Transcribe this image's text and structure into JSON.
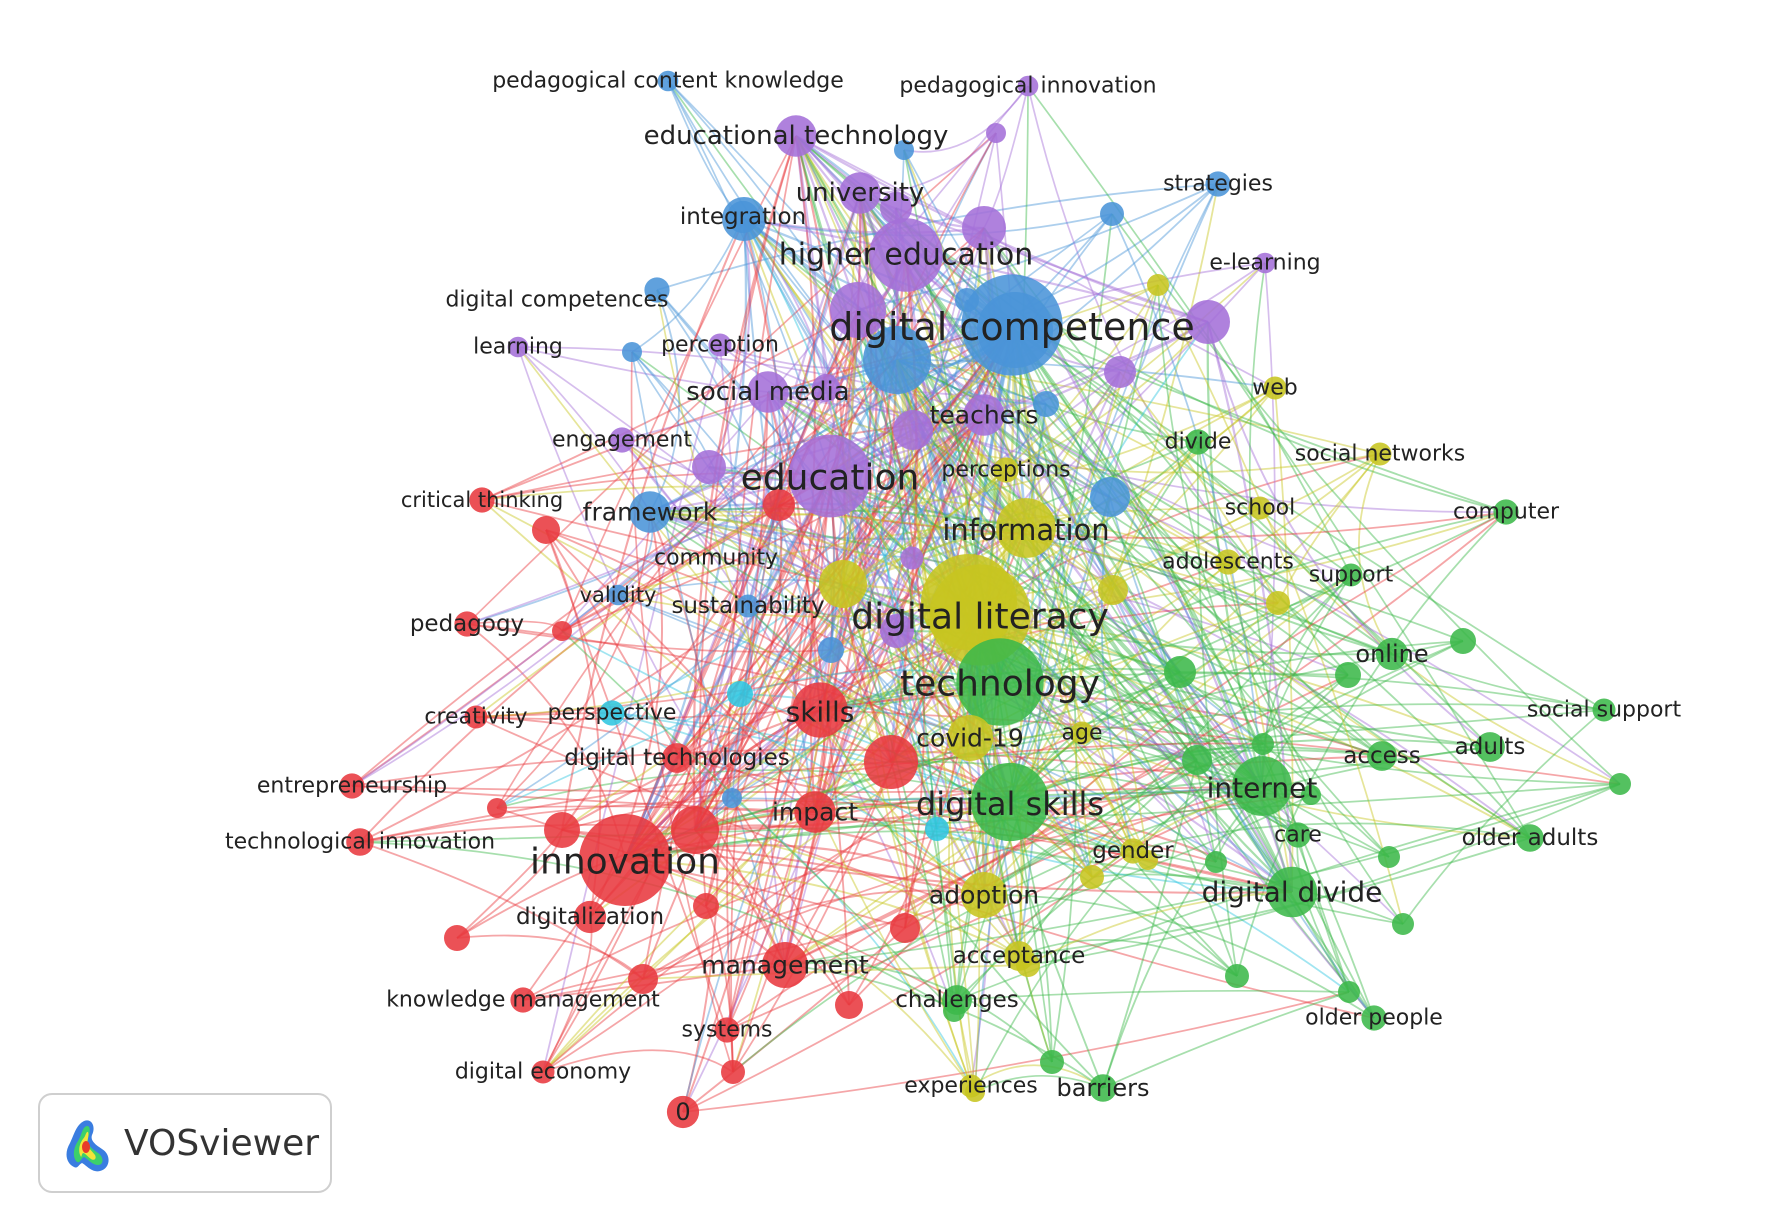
{
  "app": {
    "name": "VOSviewer"
  },
  "legend_colors": {
    "red": "#e8393f",
    "green": "#3cb84a",
    "blue": "#4a94d8",
    "purple": "#a46fd8",
    "yellow": "#c7c520",
    "cyan": "#2fc6e0"
  },
  "nodes": [
    {
      "label": "digital competence",
      "cluster": "blue",
      "w": 44
    },
    {
      "label": "digital literacy",
      "cluster": "yellow",
      "w": 44
    },
    {
      "label": "technology",
      "cluster": "green",
      "w": 38
    },
    {
      "label": "education",
      "cluster": "purple",
      "w": 36
    },
    {
      "label": "innovation",
      "cluster": "red",
      "w": 40
    },
    {
      "label": "digital skills",
      "cluster": "green",
      "w": 34
    },
    {
      "label": "higher education",
      "cluster": "purple",
      "w": 32
    },
    {
      "label": "internet",
      "cluster": "green",
      "w": 26
    },
    {
      "label": "digital divide",
      "cluster": "green",
      "w": 22
    },
    {
      "label": "information",
      "cluster": "yellow",
      "w": 26
    },
    {
      "label": "skills",
      "cluster": "red",
      "w": 24
    },
    {
      "label": "university",
      "cluster": "purple",
      "w": 18
    },
    {
      "label": "social media",
      "cluster": "purple",
      "w": 18
    },
    {
      "label": "educational technology",
      "cluster": "purple",
      "w": 18
    },
    {
      "label": "teachers",
      "cluster": "purple",
      "w": 18
    },
    {
      "label": "framework",
      "cluster": "blue",
      "w": 18
    },
    {
      "label": "impact",
      "cluster": "red",
      "w": 18
    },
    {
      "label": "covid-19",
      "cluster": "yellow",
      "w": 20
    },
    {
      "label": "adoption",
      "cluster": "yellow",
      "w": 20
    },
    {
      "label": "management",
      "cluster": "red",
      "w": 20
    },
    {
      "label": "integration",
      "cluster": "blue",
      "w": 14
    },
    {
      "label": "strategies",
      "cluster": "blue",
      "w": 11
    },
    {
      "label": "pedagogical content knowledge",
      "cluster": "blue",
      "w": 9
    },
    {
      "label": "pedagogical innovation",
      "cluster": "purple",
      "w": 9
    },
    {
      "label": "e-learning",
      "cluster": "purple",
      "w": 9
    },
    {
      "label": "digital competences",
      "cluster": "blue",
      "w": 11
    },
    {
      "label": "learning",
      "cluster": "purple",
      "w": 9
    },
    {
      "label": "perception",
      "cluster": "purple",
      "w": 10
    },
    {
      "label": "engagement",
      "cluster": "purple",
      "w": 11
    },
    {
      "label": "perceptions",
      "cluster": "yellow",
      "w": 11
    },
    {
      "label": "critical thinking",
      "cluster": "red",
      "w": 11
    },
    {
      "label": "community",
      "cluster": "purple",
      "w": 10
    },
    {
      "label": "validity",
      "cluster": "blue",
      "w": 9
    },
    {
      "label": "sustainability",
      "cluster": "blue",
      "w": 10
    },
    {
      "label": "pedagogy",
      "cluster": "red",
      "w": 11
    },
    {
      "label": "creativity",
      "cluster": "red",
      "w": 10
    },
    {
      "label": "perspective",
      "cluster": "cyan",
      "w": 11
    },
    {
      "label": "digital technologies",
      "cluster": "red",
      "w": 13
    },
    {
      "label": "entrepreneurship",
      "cluster": "red",
      "w": 11
    },
    {
      "label": "technological innovation",
      "cluster": "red",
      "w": 12
    },
    {
      "label": "digitalization",
      "cluster": "red",
      "w": 14
    },
    {
      "label": "knowledge management",
      "cluster": "red",
      "w": 11
    },
    {
      "label": "systems",
      "cluster": "red",
      "w": 11
    },
    {
      "label": "digital economy",
      "cluster": "red",
      "w": 10
    },
    {
      "label": "0",
      "cluster": "red",
      "w": 14
    },
    {
      "label": "web",
      "cluster": "yellow",
      "w": 10
    },
    {
      "label": "divide",
      "cluster": "green",
      "w": 11
    },
    {
      "label": "social networks",
      "cluster": "yellow",
      "w": 10
    },
    {
      "label": "school",
      "cluster": "yellow",
      "w": 10
    },
    {
      "label": "computer",
      "cluster": "green",
      "w": 11
    },
    {
      "label": "adolescents",
      "cluster": "yellow",
      "w": 11
    },
    {
      "label": "support",
      "cluster": "green",
      "w": 10
    },
    {
      "label": "online",
      "cluster": "green",
      "w": 14
    },
    {
      "label": "social support",
      "cluster": "green",
      "w": 10
    },
    {
      "label": "access",
      "cluster": "green",
      "w": 13
    },
    {
      "label": "adults",
      "cluster": "green",
      "w": 13
    },
    {
      "label": "age",
      "cluster": "yellow",
      "w": 10
    },
    {
      "label": "care",
      "cluster": "green",
      "w": 11
    },
    {
      "label": "older adults",
      "cluster": "green",
      "w": 12
    },
    {
      "label": "gender",
      "cluster": "yellow",
      "w": 11
    },
    {
      "label": "acceptance",
      "cluster": "yellow",
      "w": 13
    },
    {
      "label": "challenges",
      "cluster": "green",
      "w": 13
    },
    {
      "label": "older people",
      "cluster": "green",
      "w": 11
    },
    {
      "label": "experiences",
      "cluster": "yellow",
      "w": 10
    },
    {
      "label": "barriers",
      "cluster": "green",
      "w": 12
    }
  ]
}
